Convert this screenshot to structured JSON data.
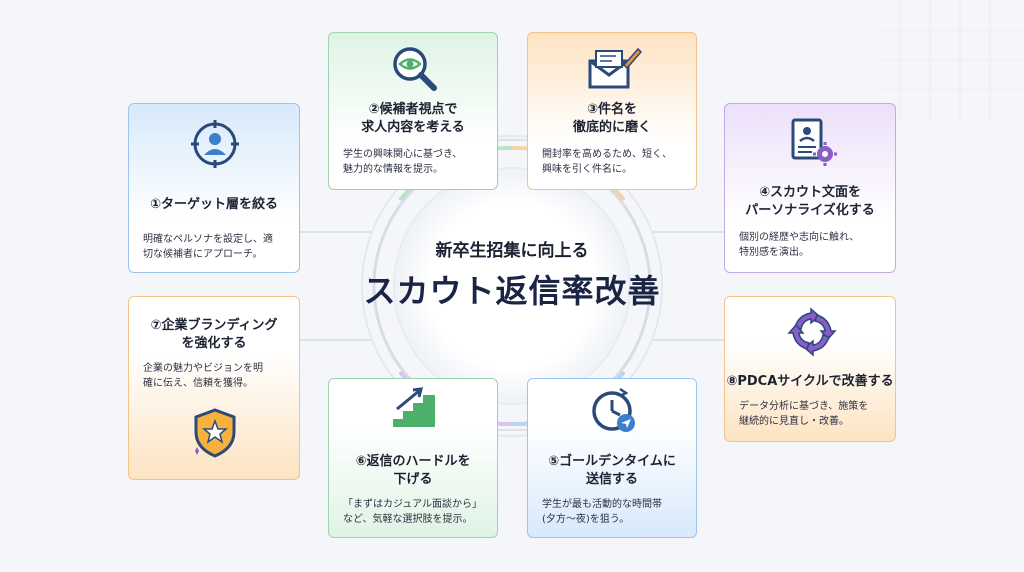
{
  "center": {
    "subtitle": "新卒生招集に向上る",
    "title": "スカウト返信率改善"
  },
  "cards": [
    {
      "id": "c1",
      "title": "①ターゲット層を絞る",
      "desc": "明確なペルソナを設定し、適\n切な候補者にアプローチ。",
      "icon": "target-person-icon"
    },
    {
      "id": "c2",
      "title": "②候補者視点で\n求人内容を考える",
      "desc": "学生の興味関心に基づき、\n魅力的な情報を提示。",
      "icon": "magnifier-eye-icon"
    },
    {
      "id": "c3",
      "title": "③件名を\n徹底的に磨く",
      "desc": "開封率を高めるため、短く、\n興味を引く件名に。",
      "icon": "envelope-pen-icon"
    },
    {
      "id": "c4",
      "title": "④スカウト文面を\nパーソナライズ化する",
      "desc": "個別の経歴や志向に触れ、\n特別感を演出。",
      "icon": "document-gear-icon"
    },
    {
      "id": "c5",
      "title": "⑤ゴールデンタイムに\n送信する",
      "desc": "学生が最も活動的な時間帯\n(夕方〜夜)を狙う。",
      "icon": "clock-send-icon"
    },
    {
      "id": "c6",
      "title": "⑥返信のハードルを\n下げる",
      "desc": "「まずはカジュアル面談から」\nなど、気軽な選択肢を提示。",
      "icon": "stairs-arrow-icon"
    },
    {
      "id": "c7",
      "title": "⑦企業ブランディング\nを強化する",
      "desc": "企業の魅力やビジョンを明\n確に伝え、信頼を獲得。",
      "icon": "shield-star-icon"
    },
    {
      "id": "c8",
      "title": "⑧PDCAサイクルで改善する",
      "desc": "データ分析に基づき、施策を\n継続的に見直し・改善。",
      "icon": "cycle-arrows-icon"
    }
  ],
  "colors": {
    "green": "#4caf6a",
    "orange": "#f0913a",
    "blue": "#3b7fd0",
    "purple": "#8a5cc9",
    "navy": "#2a4a7a"
  }
}
